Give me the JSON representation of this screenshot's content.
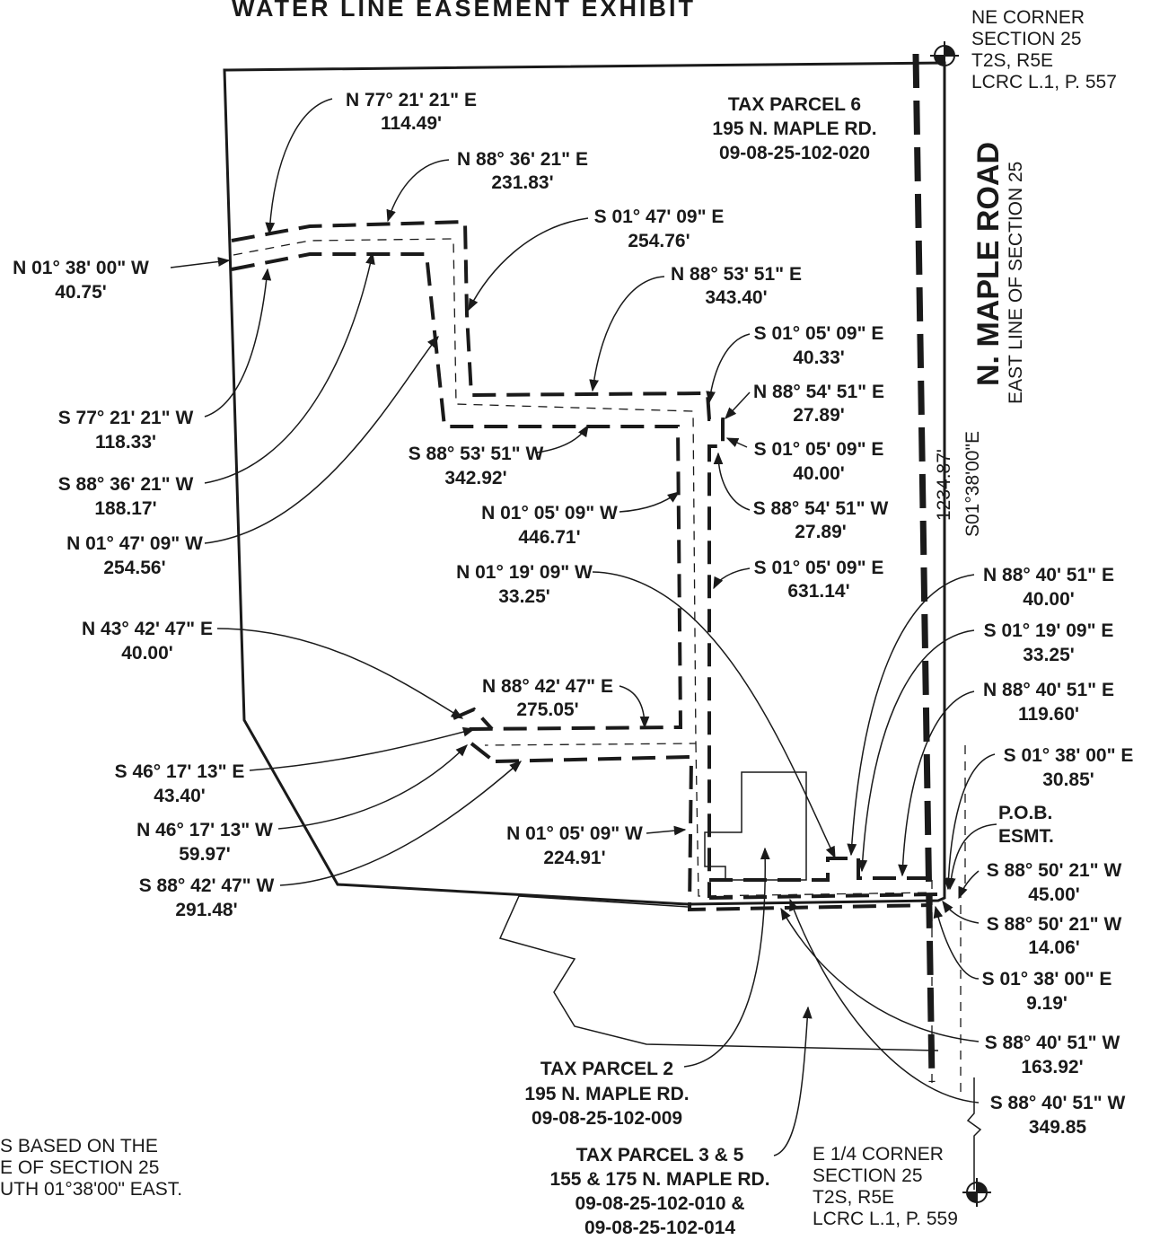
{
  "title": "WATER LINE EASEMENT EXHIBIT",
  "ne_corner": [
    "NE CORNER",
    "SECTION 25",
    "T2S, R5E",
    "LCRC L.1, P. 557"
  ],
  "e_quarter_corner": [
    "E 1/4 CORNER",
    "SECTION 25",
    "T2S, R5E",
    "LCRC L.1, P. 559"
  ],
  "road": {
    "name": "N. MAPLE ROAD",
    "line": "EAST LINE OF SECTION 25"
  },
  "section_line": {
    "distance": "1234.87'",
    "bearing": "S01°38'00\"E"
  },
  "parcels": {
    "p6": [
      "TAX PARCEL 6",
      "195 N. MAPLE RD.",
      "09-08-25-102-020"
    ],
    "p2": [
      "TAX PARCEL 2",
      "195 N. MAPLE RD.",
      "09-08-25-102-009"
    ],
    "p35": [
      "TAX PARCEL 3 & 5",
      "155 & 175 N. MAPLE RD.",
      "09-08-25-102-010 &",
      "09-08-25-102-014"
    ]
  },
  "pob": [
    "P.O.B.",
    "ESMT."
  ],
  "basis_note": [
    "S BASED ON THE",
    "E OF SECTION 25",
    "UTH 01°38'00\" EAST."
  ],
  "courses": [
    {
      "bearing": "N 77° 21' 21\" E",
      "distance": "114.49'"
    },
    {
      "bearing": "N 88° 36' 21\" E",
      "distance": "231.83'"
    },
    {
      "bearing": "S 01° 47' 09\" E",
      "distance": "254.76'"
    },
    {
      "bearing": "N 88° 53' 51\" E",
      "distance": "343.40'"
    },
    {
      "bearing": "S 01° 05' 09\" E",
      "distance": "40.33'"
    },
    {
      "bearing": "N 88° 54' 51\" E",
      "distance": "27.89'"
    },
    {
      "bearing": "S 01° 05' 09\" E",
      "distance": "40.00'"
    },
    {
      "bearing": "S 88° 54' 51\" W",
      "distance": "27.89'"
    },
    {
      "bearing": "S 01° 05' 09\" E",
      "distance": "631.14'"
    },
    {
      "bearing": "N 01° 38' 00\" W",
      "distance": "40.75'"
    },
    {
      "bearing": "S 77° 21' 21\" W",
      "distance": "118.33'"
    },
    {
      "bearing": "S 88° 36' 21\" W",
      "distance": "188.17'"
    },
    {
      "bearing": "N 01° 47' 09\" W",
      "distance": "254.56'"
    },
    {
      "bearing": "S 88° 53' 51\" W",
      "distance": "342.92'"
    },
    {
      "bearing": "N 01° 05' 09\" W",
      "distance": "446.71'"
    },
    {
      "bearing": "N 01° 19' 09\" W",
      "distance": "33.25'"
    },
    {
      "bearing": "N 43° 42' 47\" E",
      "distance": "40.00'"
    },
    {
      "bearing": "N 88° 42' 47\" E",
      "distance": "275.05'"
    },
    {
      "bearing": "S 46° 17' 13\" E",
      "distance": "43.40'"
    },
    {
      "bearing": "N 46° 17' 13\" W",
      "distance": "59.97'"
    },
    {
      "bearing": "S 88° 42' 47\" W",
      "distance": "291.48'"
    },
    {
      "bearing": "N 01° 05' 09\" W",
      "distance": "224.91'"
    },
    {
      "bearing": "N 88° 40' 51\" E",
      "distance": "40.00'"
    },
    {
      "bearing": "S 01° 19' 09\" E",
      "distance": "33.25'"
    },
    {
      "bearing": "N 88° 40' 51\" E",
      "distance": "119.60'"
    },
    {
      "bearing": "S 01° 38' 00\" E",
      "distance": "30.85'"
    },
    {
      "bearing": "S 88° 50' 21\" W",
      "distance": "45.00'"
    },
    {
      "bearing": "S 88° 50' 21\" W",
      "distance": "14.06'"
    },
    {
      "bearing": "S 01° 38' 00\" E",
      "distance": "9.19'"
    },
    {
      "bearing": "S 88° 40' 51\" W",
      "distance": "163.92'"
    },
    {
      "bearing": "S 88° 40' 51\" W",
      "distance": "349.85"
    }
  ]
}
